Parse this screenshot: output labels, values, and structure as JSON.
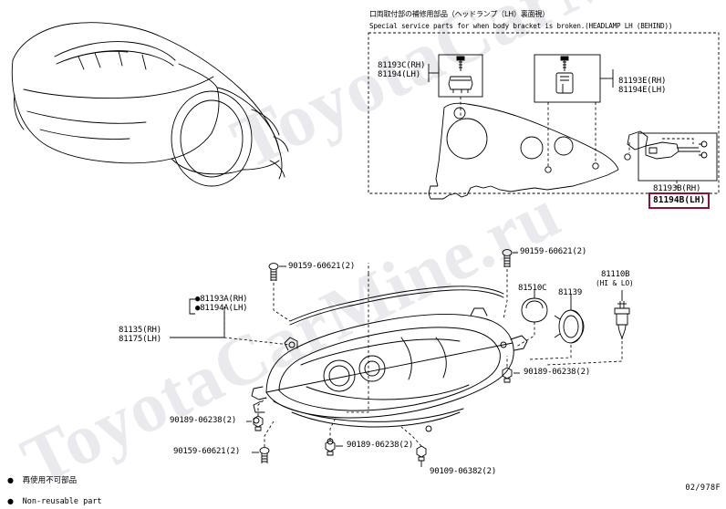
{
  "diagram": {
    "title_jp": "口両取付部の補修用部品（ヘッドランプ（LH）裏面視）",
    "title_en": "Special service parts for when body bracket is broken.(HEADLAMP LH (BEHIND))",
    "sheet_code": "02/978F"
  },
  "legend": {
    "jp": "再使用不可部品",
    "en": "Non-reusable part",
    "marker": "●"
  },
  "inset_labels": [
    {
      "id": "bracket-clip-left",
      "lines": "81193C(RH)\n81194(LH)"
    },
    {
      "id": "bracket-clip-right",
      "lines": "81193E(RH)\n81194E(LH)"
    },
    {
      "id": "bracket-hidden",
      "lines": "81193B(RH)"
    }
  ],
  "highlight": {
    "label": "81194B(LH)",
    "border_color": "#8c1230"
  },
  "main_labels": [
    {
      "id": "seal-rh-lh",
      "lines": "81135(RH)\n81175(LH)"
    },
    {
      "id": "bracket-a",
      "lines": "●81193A(RH)\n●81194A(LH)"
    },
    {
      "id": "bolt-top-left",
      "lines": "90159-60621(2)"
    },
    {
      "id": "bolt-top-right",
      "lines": "90159-60621(2)"
    },
    {
      "id": "cover-81510c",
      "lines": "81510C"
    },
    {
      "id": "socket-81139",
      "lines": "81139"
    },
    {
      "id": "bulb-81110b",
      "lines": "81110B"
    },
    {
      "id": "bulb-sub",
      "lines": "(HI & LO)"
    },
    {
      "id": "nut-right",
      "lines": "90189-06238(2)"
    },
    {
      "id": "nut-left",
      "lines": "90189-06238(2)"
    },
    {
      "id": "bolt-bot-left",
      "lines": "90159-60621(2)"
    },
    {
      "id": "nut-bot-mid",
      "lines": "90189-06238(2)"
    },
    {
      "id": "screw-bot",
      "lines": "90109-06382(2)"
    }
  ]
}
